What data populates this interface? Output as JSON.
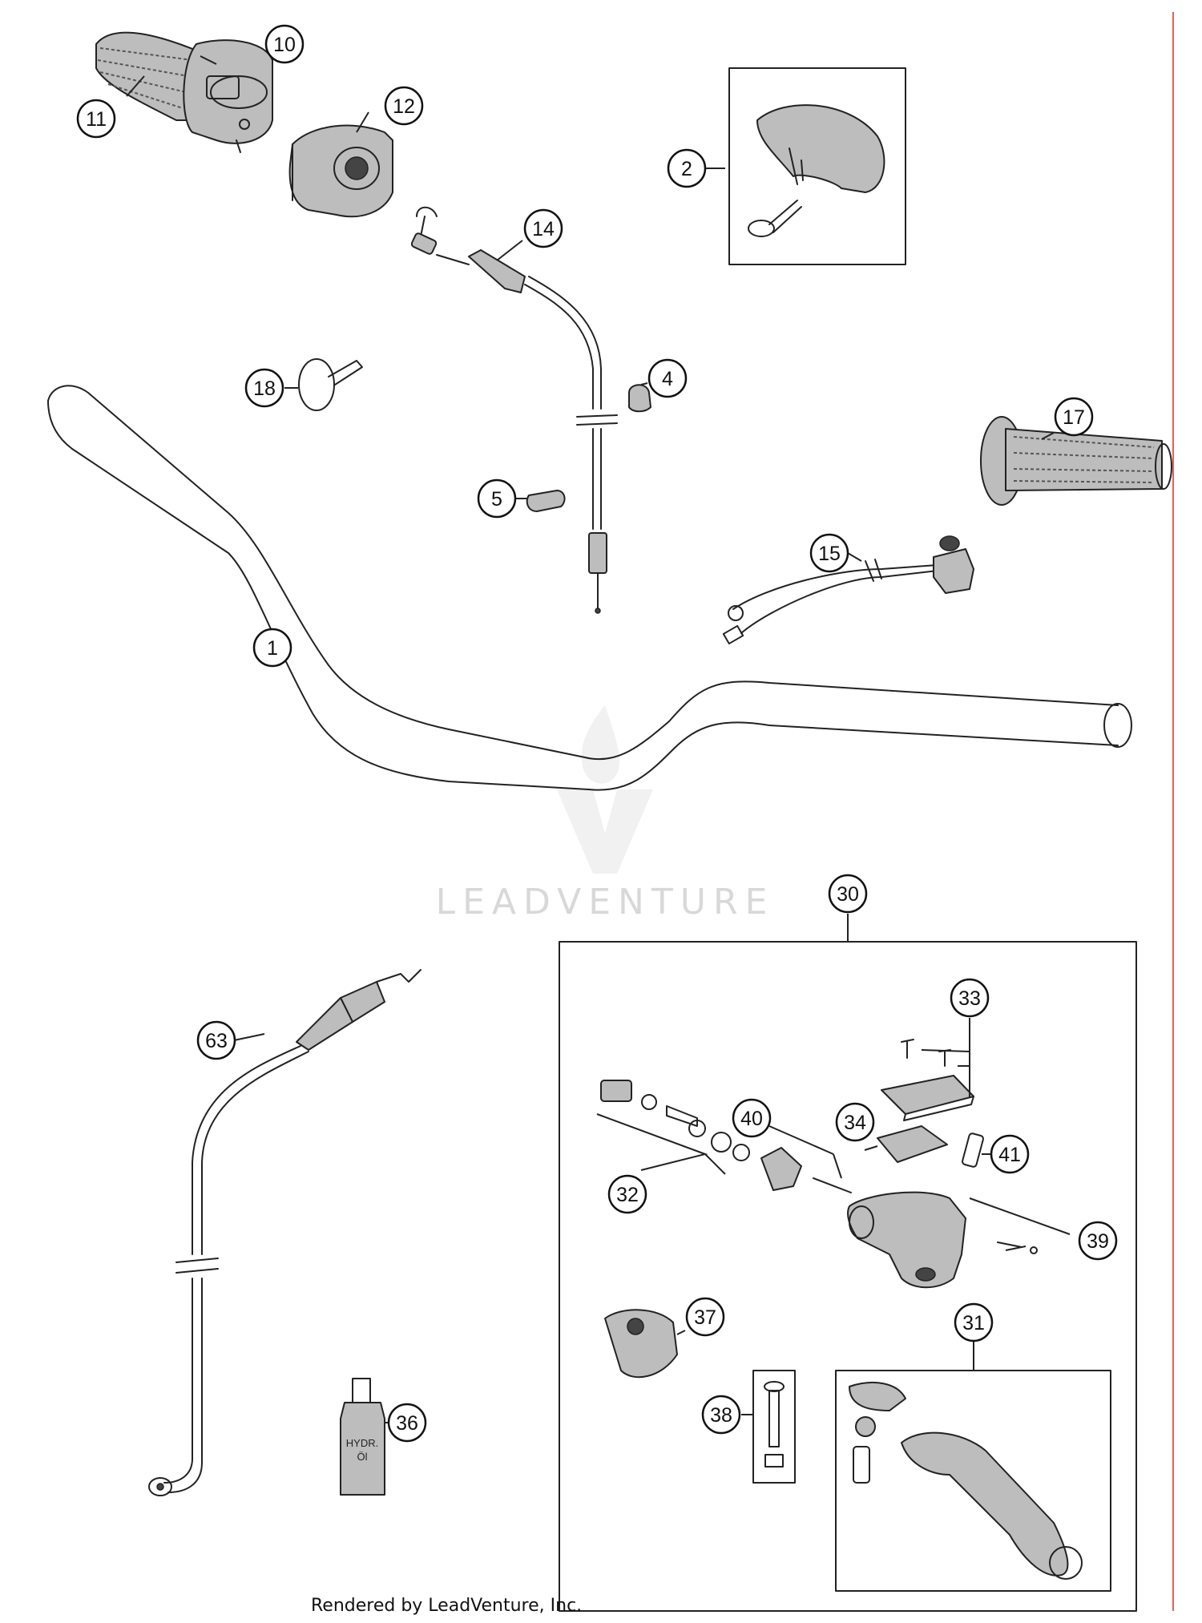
{
  "callouts": [
    {
      "id": "c10",
      "label": "10"
    },
    {
      "id": "c11",
      "label": "11"
    },
    {
      "id": "c12",
      "label": "12"
    },
    {
      "id": "c2",
      "label": "2"
    },
    {
      "id": "c14",
      "label": "14"
    },
    {
      "id": "c4",
      "label": "4"
    },
    {
      "id": "c18",
      "label": "18"
    },
    {
      "id": "c17",
      "label": "17"
    },
    {
      "id": "c5",
      "label": "5"
    },
    {
      "id": "c15",
      "label": "15"
    },
    {
      "id": "c1",
      "label": "1"
    },
    {
      "id": "c30",
      "label": "30"
    },
    {
      "id": "c33",
      "label": "33"
    },
    {
      "id": "c63",
      "label": "63"
    },
    {
      "id": "c40",
      "label": "40"
    },
    {
      "id": "c34",
      "label": "34"
    },
    {
      "id": "c41",
      "label": "41"
    },
    {
      "id": "c32",
      "label": "32"
    },
    {
      "id": "c39",
      "label": "39"
    },
    {
      "id": "c37",
      "label": "37"
    },
    {
      "id": "c31",
      "label": "31"
    },
    {
      "id": "c38",
      "label": "38"
    },
    {
      "id": "c36",
      "label": "36"
    }
  ],
  "watermark": "LEADVENTURE",
  "bottle_text": [
    "HYDR.",
    "Öl"
  ],
  "footer": "Rendered by LeadVenture, Inc.",
  "colors": {
    "line": "#222222",
    "watermark": "#d8d8d8",
    "margin_rule": "#e06060"
  }
}
